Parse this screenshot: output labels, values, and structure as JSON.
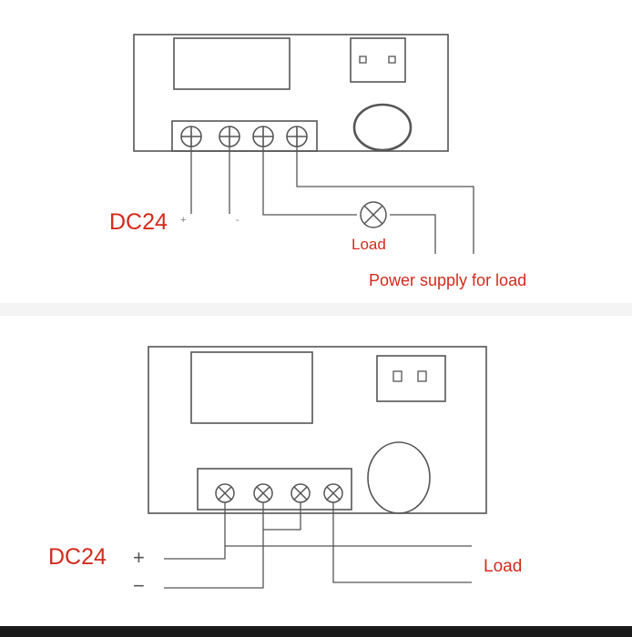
{
  "diagram_top": {
    "dc_label": "DC24",
    "plus_label": "+",
    "minus_label": "-",
    "load_label": "Load",
    "power_label": "Power supply for load"
  },
  "diagram_bottom": {
    "dc_label": "DC24",
    "plus_label": "+",
    "minus_label": "−",
    "load_label": "Load"
  },
  "colors": {
    "label_red": "#d42a1c",
    "line": "#555555",
    "background": "#ffffff"
  }
}
